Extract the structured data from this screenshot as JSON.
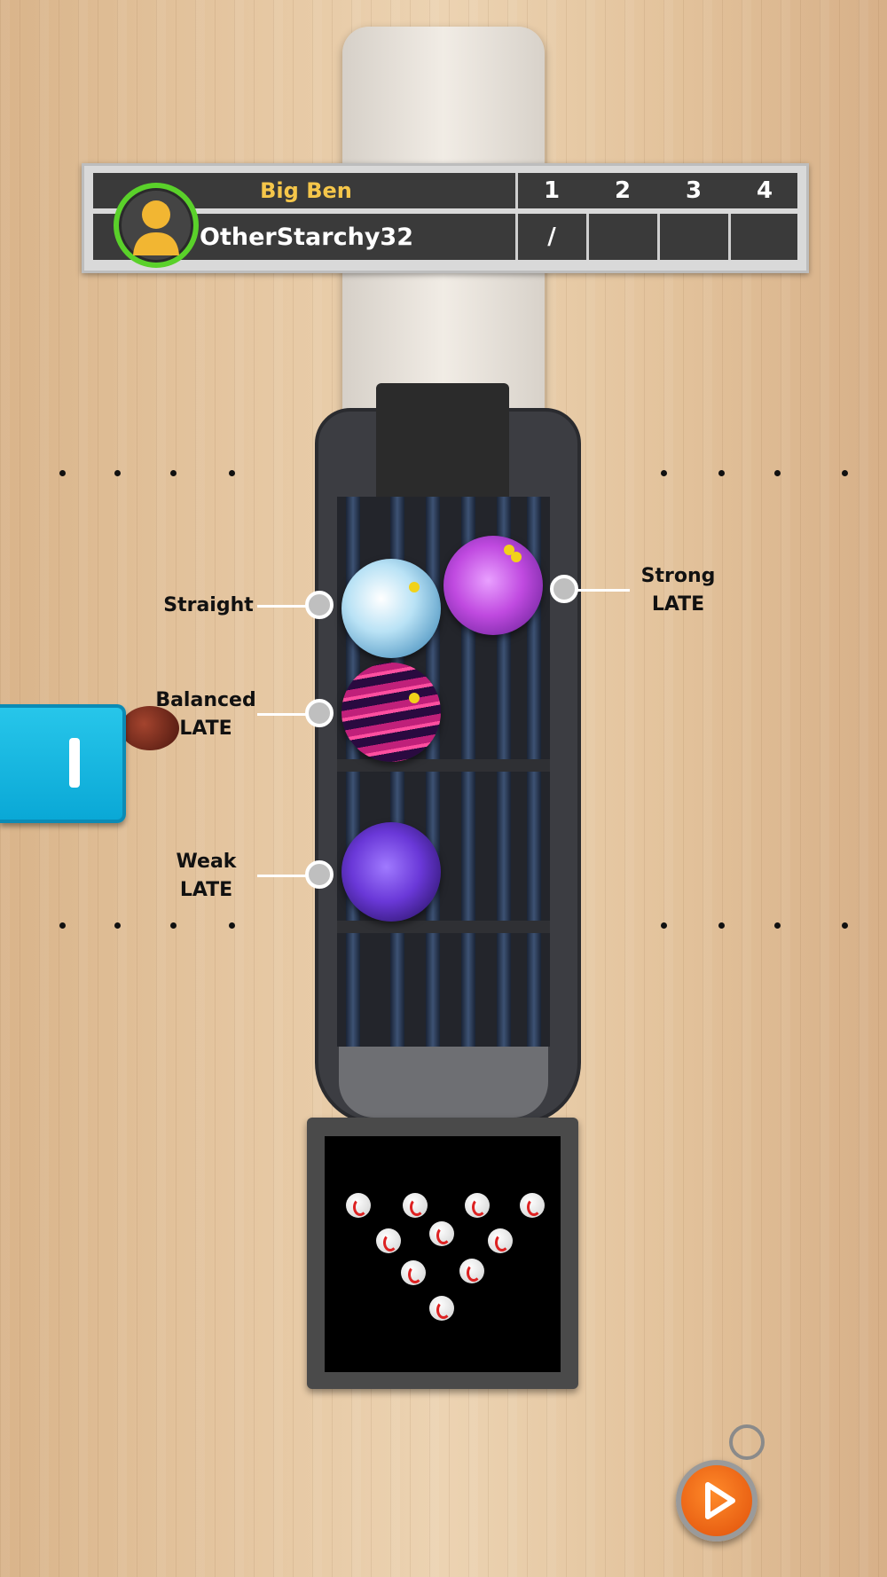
{
  "scoreboard": {
    "bowler": "Big Ben",
    "player": "OtherStarchy32",
    "frames": [
      "1",
      "2",
      "3",
      "4"
    ],
    "marks": [
      "/",
      "",
      "",
      ""
    ]
  },
  "balls": [
    {
      "label": "Straight",
      "color_main": "#b9e2f5",
      "color_edge": "#2b7bb0"
    },
    {
      "label_line1": "Strong",
      "label_line2": "LATE",
      "color_main": "#c04ae0",
      "color_edge": "#5a1a8a"
    },
    {
      "label_line1": "Balanced",
      "label_line2": "LATE",
      "color_main": "#c0207a",
      "color_edge": "#2a0a40"
    },
    {
      "label_line1": "Weak",
      "label_line2": "LATE",
      "color_main": "#6a38d8",
      "color_edge": "#1a0a4a"
    }
  ],
  "colors": {
    "accent_yellow": "#f5c64a",
    "avatar_ring": "#5ad12a",
    "left_button": "#0aa8d6",
    "play_button": "#e0500a"
  },
  "icons": {
    "avatar": "person-icon",
    "left_button": "pause-bar-icon",
    "play": "play-icon",
    "stopwatch": "stopwatch-icon"
  }
}
